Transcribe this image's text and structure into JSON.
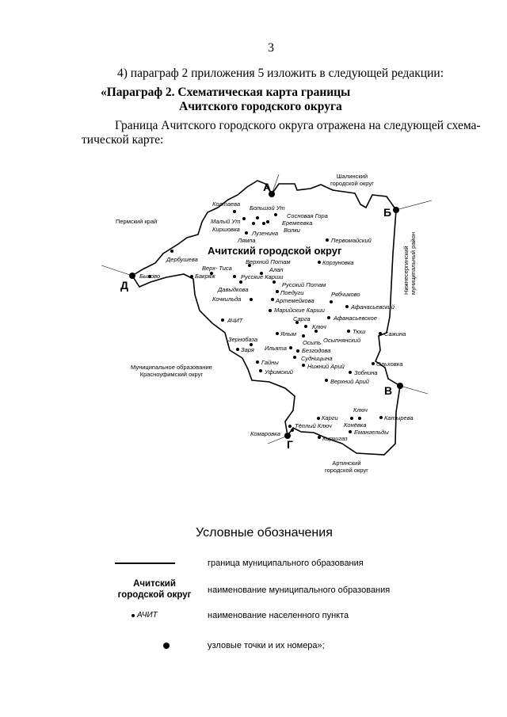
{
  "page_number": "3",
  "item": "4) параграф 2 приложения 5 изложить в следующей редакции:",
  "heading_line1": "«Параграф 2. Схематическая карта границы",
  "heading_line2": "Ачитского городского округа",
  "para_line1": "Граница Ачитского городского округа отражена на следующей схема-",
  "para_line2": "тической карте:",
  "map": {
    "title": "Ачитский городской округ",
    "neighbors": {
      "shalya_1": "Шалинский",
      "shalya_2": "городской округ",
      "perm": "Пермский край",
      "nizh_1": "Нижнесергинский",
      "nizh_2": "муниципальный район",
      "kras_1": "Муниципальное образование",
      "kras_2": "Красноуфимский округ",
      "arti_1": "Артинский",
      "arti_2": "городской округ"
    },
    "nodes": [
      "А",
      "Б",
      "В",
      "Г",
      "Д"
    ],
    "settlements": [
      "Колтаева",
      "Большой Ут",
      "Сосновая Гора",
      "Малый Ут",
      "Еремеевка",
      "Киршовка",
      "Волки",
      "Лузенина",
      "Лямпа",
      "Первомайский",
      "Дербушева",
      "Верхний Потам",
      "Корзуновка",
      "Верх- Тиса",
      "Алап",
      "Быково",
      "Бакряж",
      "Русские Карши",
      "Русский Потам",
      "Давыдкова",
      "Поедуги",
      "Рябчиково",
      "Кочкильда",
      "Артемейкова",
      "Афанасьевский",
      "Марийские Карши",
      "Афанасьевское",
      "АЧИТ",
      "Сарга",
      "Ключ",
      "Тюш",
      "Сажина",
      "Ялым",
      "Осыпь",
      "Осыпнянский",
      "Зернобаза",
      "Заря",
      "Ильята",
      "Безгодова",
      "Судницына",
      "Гайны",
      "Нижний Арий",
      "Ольховка",
      "Уфимский",
      "Зобнина",
      "Верхний Арий",
      "Ключ",
      "Карги",
      "Конёвка",
      "Катырева",
      "Тёплый Ключ",
      "Комаровка",
      "Кирчигаз",
      "Емангельды"
    ]
  },
  "legend": {
    "title": "Условные обозначения",
    "border": "граница муниципального образования",
    "sample_name_1": "Ачитский",
    "sample_name_2": "городской округ",
    "name_desc": "наименование муниципального образования",
    "sample_settlement": "АЧИТ",
    "settlement_desc": "наименование населенного пункта",
    "node_desc": "узловые точки и их номера»;"
  }
}
